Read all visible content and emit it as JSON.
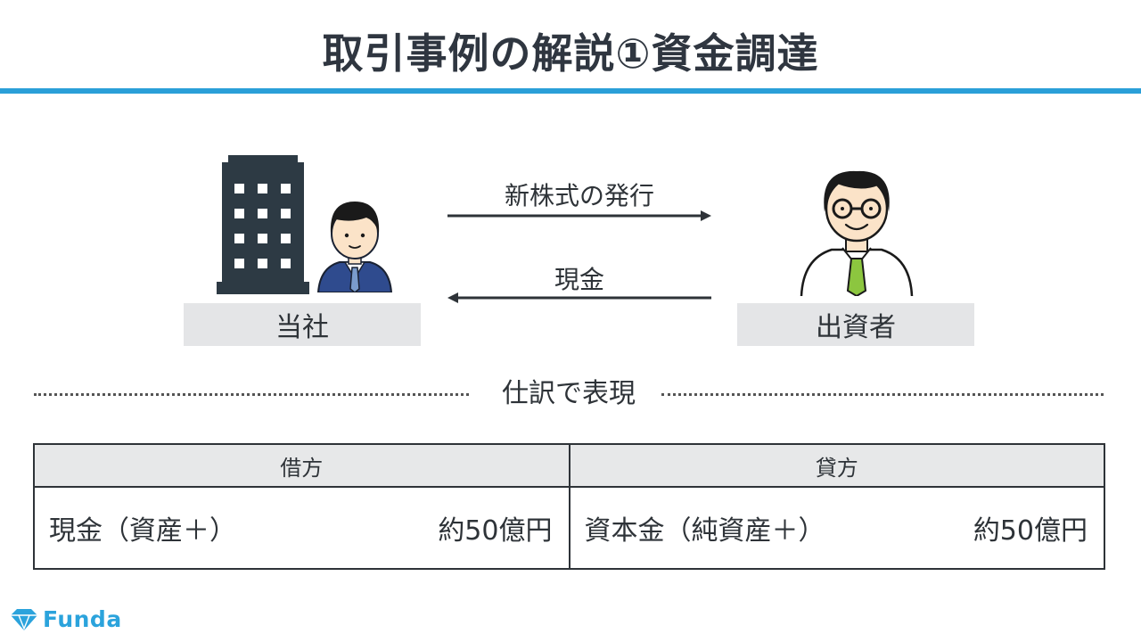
{
  "title": "取引事例の解説①資金調達",
  "parties": {
    "left_label": "当社",
    "right_label": "出資者"
  },
  "arrows": {
    "top_label": "新株式の発行",
    "bottom_label": "現金"
  },
  "divider_label": "仕訳で表現",
  "journal": {
    "debit_header": "借方",
    "credit_header": "貸方",
    "debit_item": "現金（資産＋）",
    "debit_amount": "約50億円",
    "credit_item": "資本金（純資産＋）",
    "credit_amount": "約50億円"
  },
  "logo": {
    "text": "Funda",
    "icon": "diamond-logo-icon"
  },
  "colors": {
    "accent": "#2a9fd8",
    "building": "#2d3a44",
    "suit": "#2f4b8e",
    "tie_green": "#8cc63f"
  }
}
